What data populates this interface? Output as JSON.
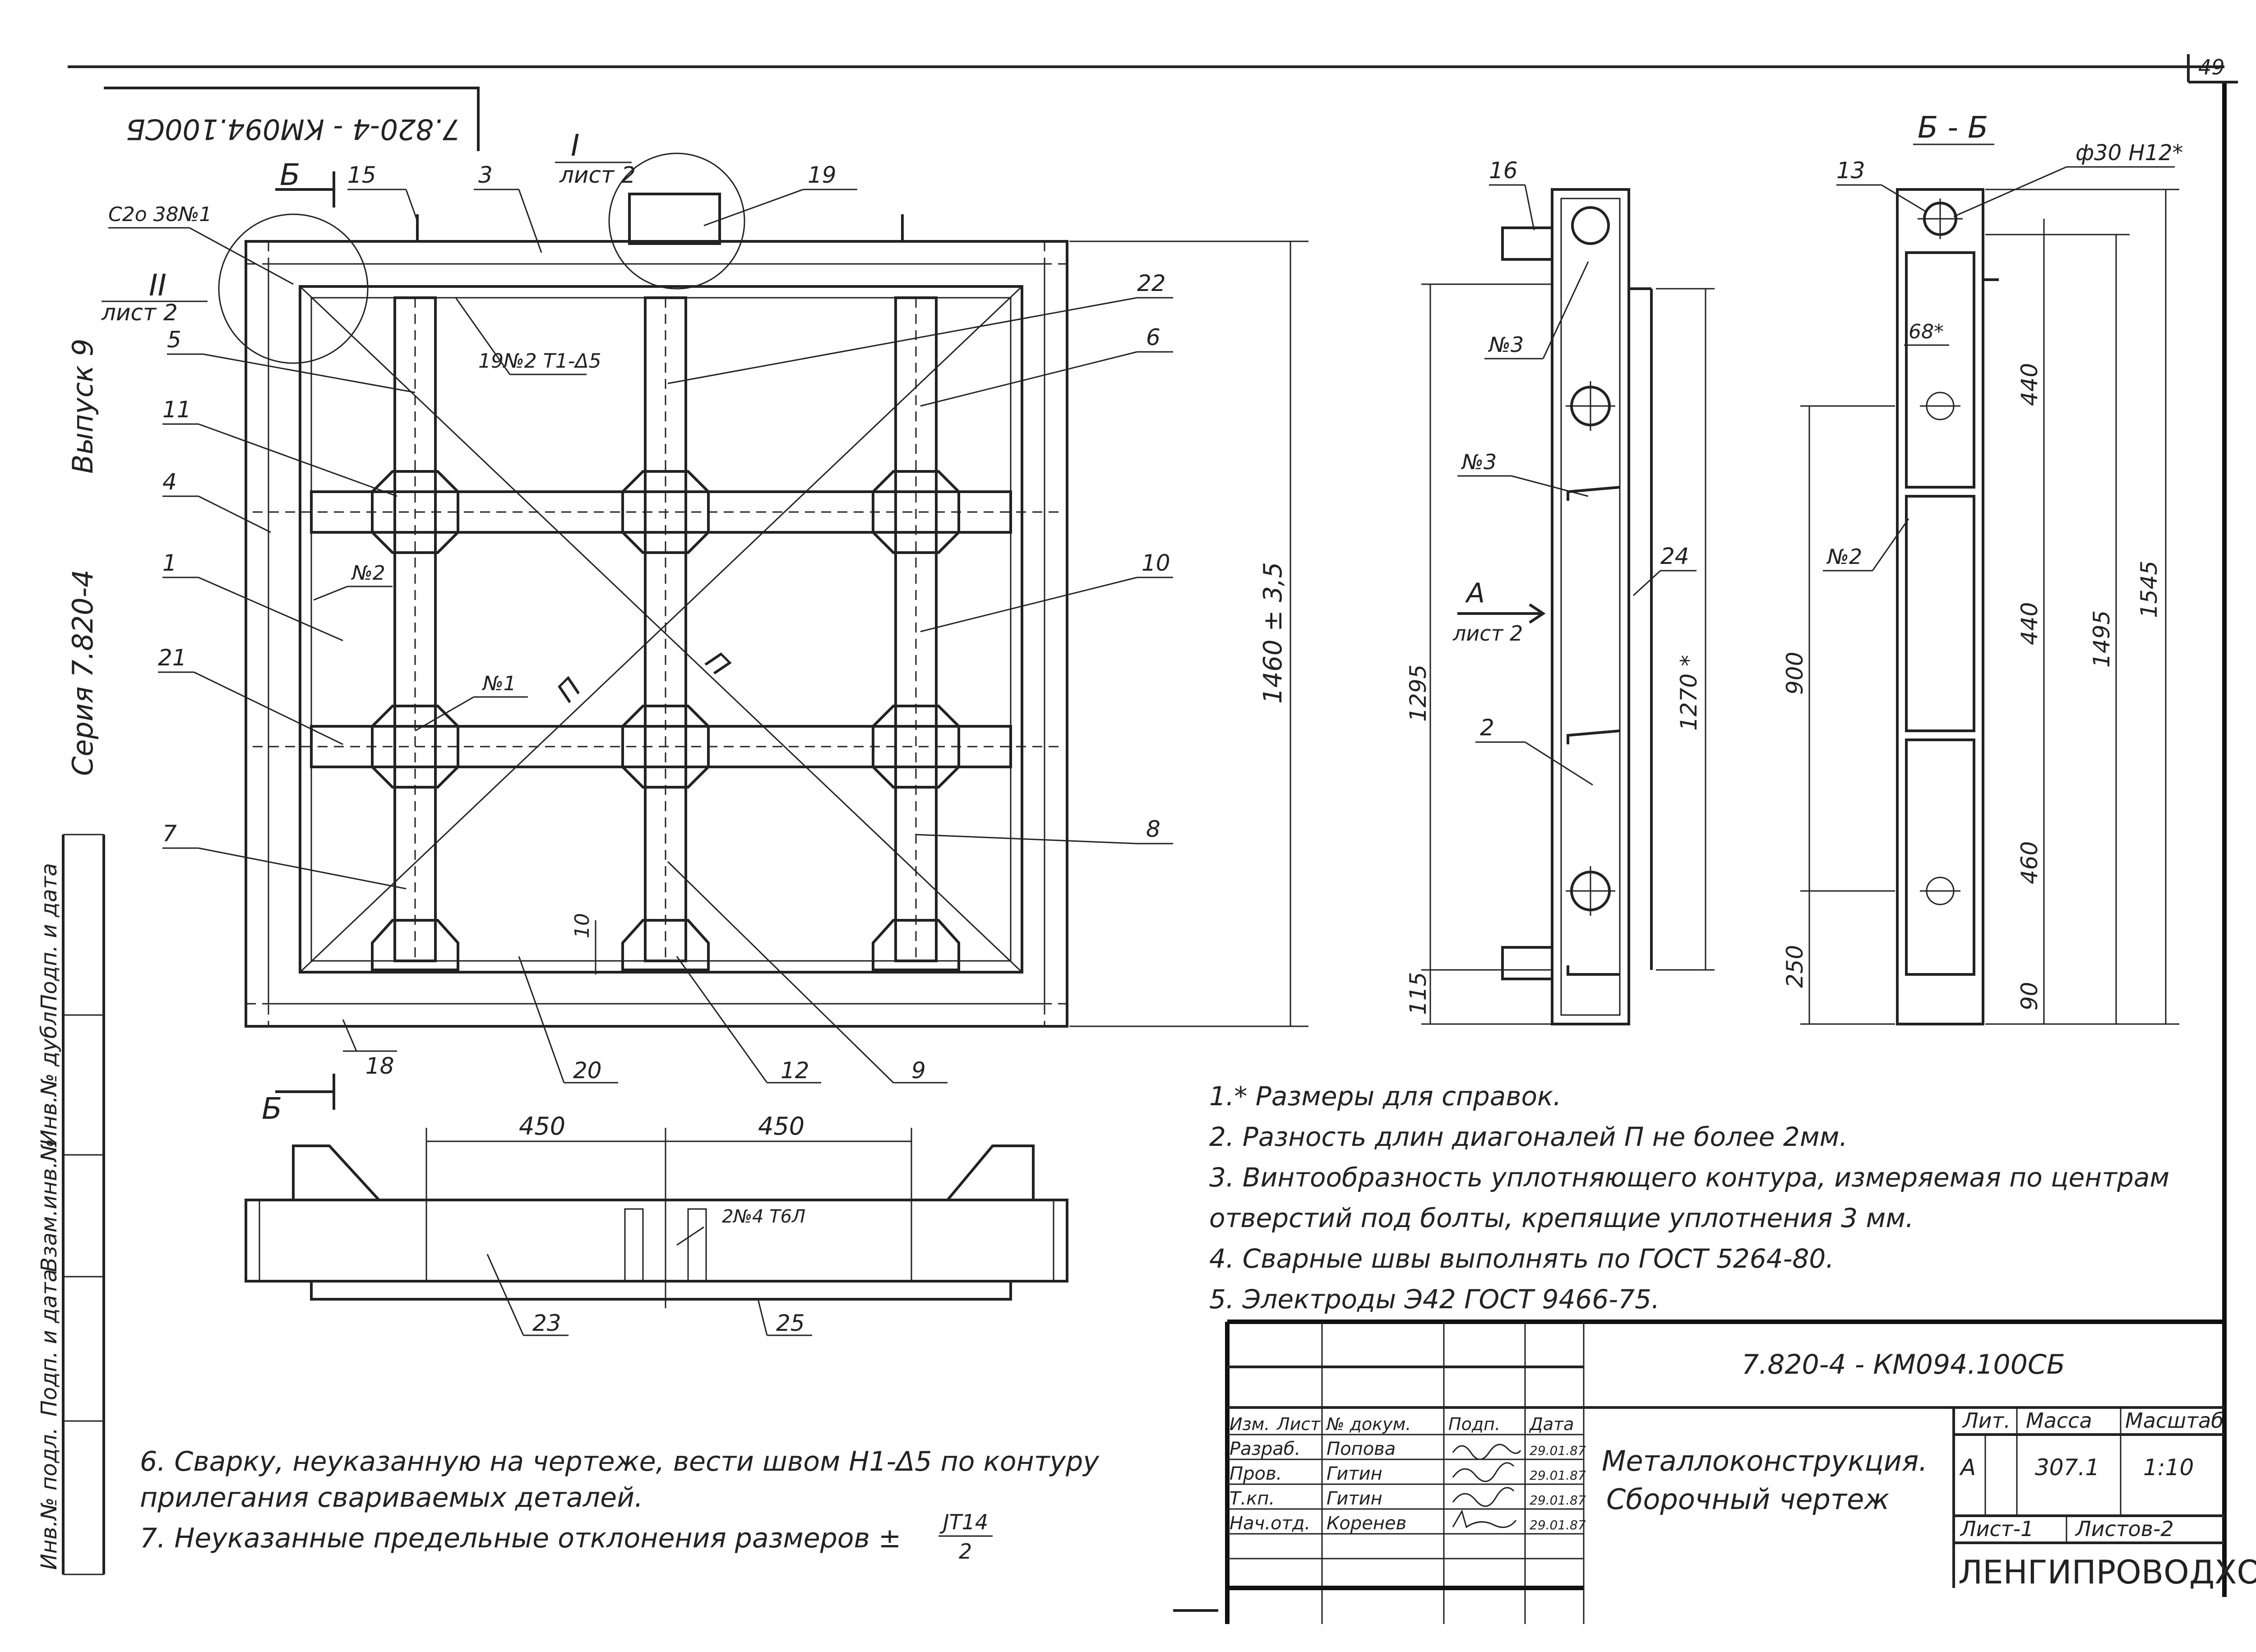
{
  "sheet": {
    "page_number": "49",
    "rotated_code": "7.820-4 - КМ094.100СБ",
    "series": "Серия 7.820-4",
    "issue": "Выпуск 9",
    "left_strip": [
      "Инв.№ подл.",
      "Подп. и дата",
      "Взам.инв.№",
      "Инв.№ дубл.",
      "Подп. и дата"
    ]
  },
  "main_view": {
    "callout_I": "I",
    "callout_I_sheet": "лист 2",
    "callout_II": "II",
    "callout_II_sheet": "лист 2",
    "section_mark": "Б",
    "weld_sg": "С2о  38№1",
    "weld_t1": "19№2  Т1-Δ5",
    "weld_n1": "№1",
    "weld_n2": "№2",
    "diag_label": "П",
    "dim_height": "1460 ± 3,5",
    "dim_10": "10",
    "items": [
      "15",
      "3",
      "19",
      "5",
      "11",
      "4",
      "1",
      "21",
      "7",
      "22",
      "6",
      "10",
      "8",
      "18",
      "20",
      "12",
      "9"
    ]
  },
  "side_view": {
    "item_16": "16",
    "weld_n3_top": "№3",
    "weld_n3_mid": "№3",
    "item_24": "24",
    "arrow_A": "А",
    "arrow_A_sheet": "лист 2",
    "item_2": "2",
    "dim_1295": "1295",
    "dim_1270": "1270 *",
    "dim_115": "115"
  },
  "section_bb": {
    "title": "Б - Б",
    "item_13": "13",
    "hole": "ф30 Н12*",
    "dim_68": "68*",
    "weld_n2": "№2",
    "dim_440a": "440",
    "dim_440b": "440",
    "dim_460": "460",
    "dim_900": "900",
    "dim_250": "250",
    "dim_90": "90",
    "dim_1495": "1495",
    "dim_1545": "1545"
  },
  "bottom_view": {
    "dim_450_left": "450",
    "dim_450_right": "450",
    "weld": "2№4  Т6Л",
    "item_23": "23",
    "item_25": "25"
  },
  "notes": [
    "1.* Размеры для справок.",
    "2. Разность длин диагоналей П не более 2мм.",
    "3. Винтообразность уплотняющего контура, измеряемая по центрам",
    "   отверстий под болты, крепящие уплотнения 3 мм.",
    "4. Сварные швы выполнять по ГОСТ 5264-80.",
    "5. Электроды Э42  ГОСТ 9466-75."
  ],
  "notes_lower": [
    "6. Сварку, неуказанную на чертеже, вести швом Н1-Δ5 по контуру",
    "   прилегания свариваемых деталей.",
    "7. Неуказанные предельные отклонения размеров ±"
  ],
  "tolerance": {
    "num": "JT14",
    "den": "2"
  },
  "title_block": {
    "designation": "7.820-4 - КМ094.100СБ",
    "name_line1": "Металлоконструкция.",
    "name_line2": "Сборочный чертеж",
    "header_lit": "Лит.",
    "header_mass": "Масса",
    "header_scale": "Масштаб",
    "lit": "А",
    "mass": "307.1",
    "scale": "1:10",
    "sheet": "Лист-1",
    "sheets": "Листов-2",
    "org": "ЛЕНГИПРОВОДХОЗ",
    "col_headers": [
      "Изм.",
      "Лист",
      "№ докум.",
      "Подп.",
      "Дата"
    ],
    "rows": [
      {
        "role": "Разраб.",
        "name": "Попова",
        "date": "29.01.87"
      },
      {
        "role": "Пров.",
        "name": "Гитин",
        "date": "29.01.87"
      },
      {
        "role": "Т.кп.",
        "name": "Гитин",
        "date": "29.01.87"
      },
      {
        "role": "Нач.отд.",
        "name": "Коренев",
        "date": "29.01.87"
      }
    ]
  }
}
